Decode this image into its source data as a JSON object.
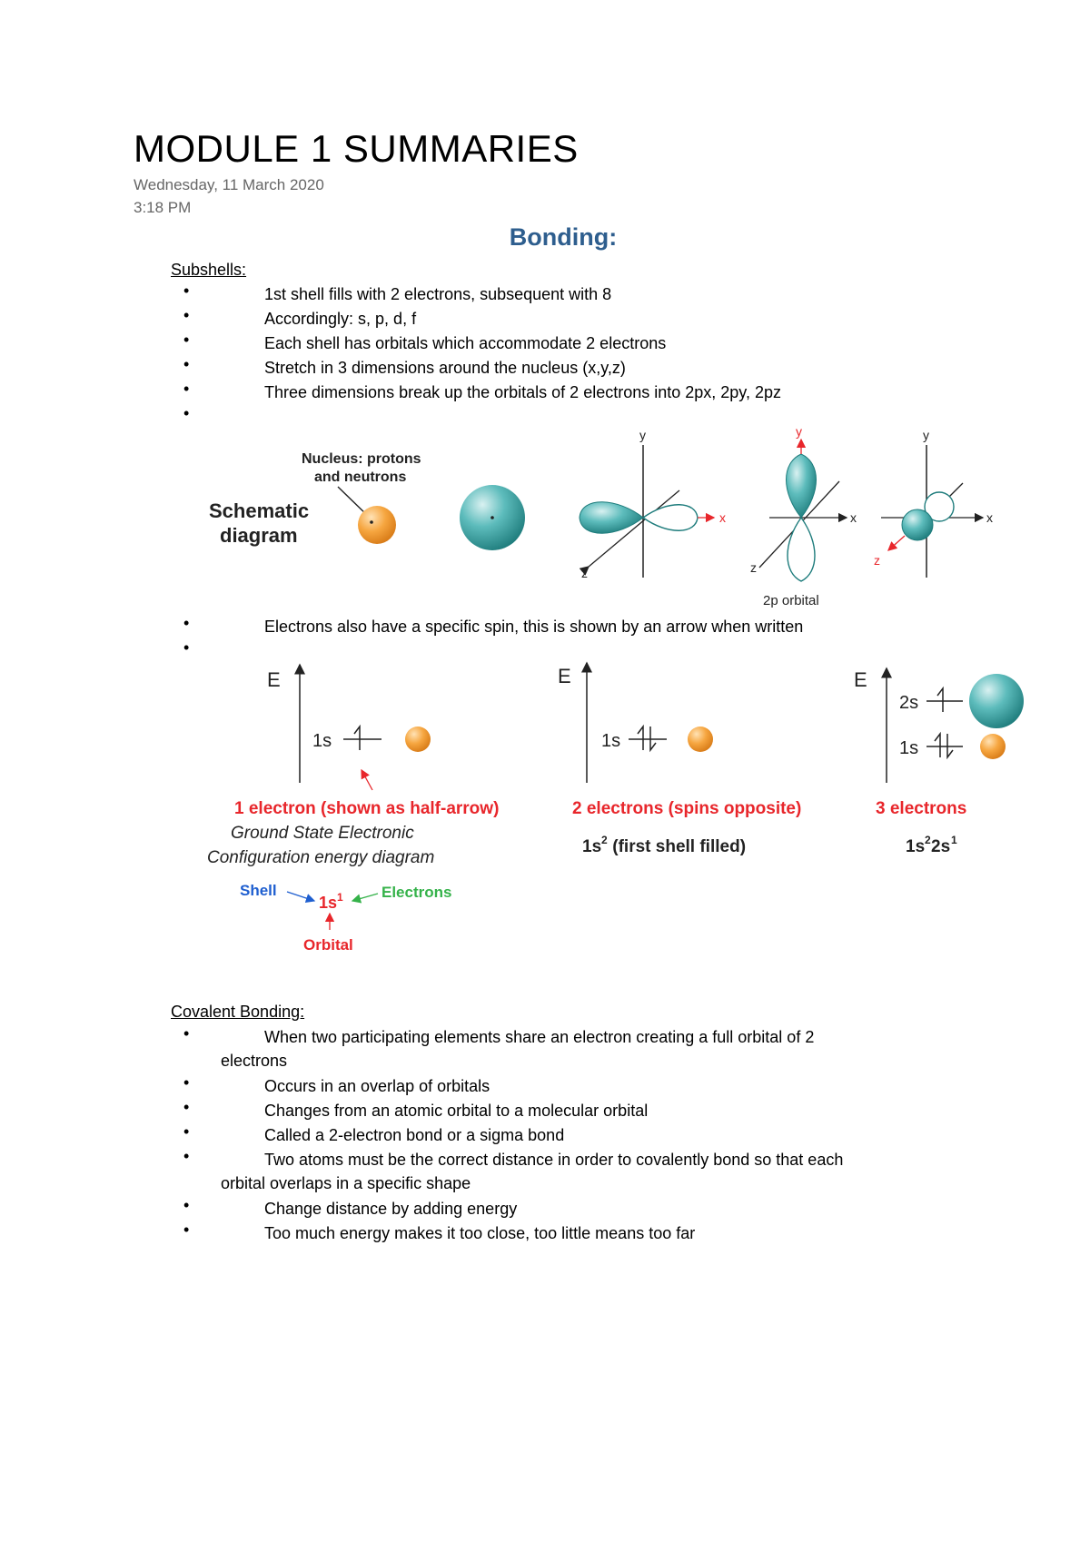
{
  "document": {
    "title": "MODULE 1 SUMMARIES",
    "date": "Wednesday, 11 March 2020",
    "time": "3:18 PM",
    "heading": "Bonding:"
  },
  "subshells": {
    "label": "Subshells:",
    "bullets": [
      "1st shell fills with 2 electrons, subsequent with 8",
      "Accordingly: s, p, d, f",
      "Each shell has orbitals which accommodate 2 electrons",
      "Stretch in 3 dimensions around the nucleus (x,y,z)",
      "Three dimensions break up the orbitals of 2 electrons into 2px, 2py, 2pz",
      ""
    ],
    "bullets2": [
      "Electrons also have a specific spin, this is shown by an arrow when written",
      ""
    ],
    "bullet_glyph": "•"
  },
  "figure1": {
    "nucleus_label_1": "Nucleus: protons",
    "nucleus_label_2": "and neutrons",
    "schematic_1": "Schematic",
    "schematic_2": "diagram",
    "axis_x": "x",
    "axis_y": "y",
    "axis_z": "z",
    "caption": "2p orbital",
    "colors": {
      "orbital": "#3fa6a6",
      "nucleus": "#f5a53c",
      "red": "#e8262b"
    }
  },
  "figure2": {
    "energy": "E",
    "level_1s": "1s",
    "level_2s": "2s",
    "cap1": "1 electron (shown as half-arrow)",
    "cap2": "2 electrons (spins opposite)",
    "cap3": "3 electrons",
    "gs1": "Ground State Electronic",
    "gs2": "Configuration energy diagram",
    "config2_base": "1s",
    "config2_sup": "2",
    "config2_tail": " (first shell filled)",
    "config3_a": "1s",
    "config3_a_sup": "2",
    "config3_b": "2s",
    "config3_b_sup": "1",
    "shell": "Shell",
    "electrons": "Electrons",
    "orbital": "Orbital",
    "notation_base": "1s",
    "notation_sup": "1",
    "colors": {
      "red": "#e8262b",
      "blue": "#1f5fd0",
      "green": "#35b24a"
    }
  },
  "covalent": {
    "label": "Covalent Bonding:",
    "bullets": [
      {
        "text": "When two participating elements share an electron creating a full orbital of 2",
        "cont": "electrons"
      },
      {
        "text": "Occurs in an overlap of orbitals",
        "cont": ""
      },
      {
        "text": "Changes from an atomic orbital to a molecular orbital",
        "cont": ""
      },
      {
        "text": "Called a 2-electron bond or a sigma bond",
        "cont": ""
      },
      {
        "text": "Two atoms must be the correct distance in order to covalently bond so that each",
        "cont": "orbital overlaps in a specific shape"
      },
      {
        "text": "Change distance by adding energy",
        "cont": ""
      },
      {
        "text": "Too much energy makes it too close, too little means too far",
        "cont": ""
      }
    ]
  }
}
